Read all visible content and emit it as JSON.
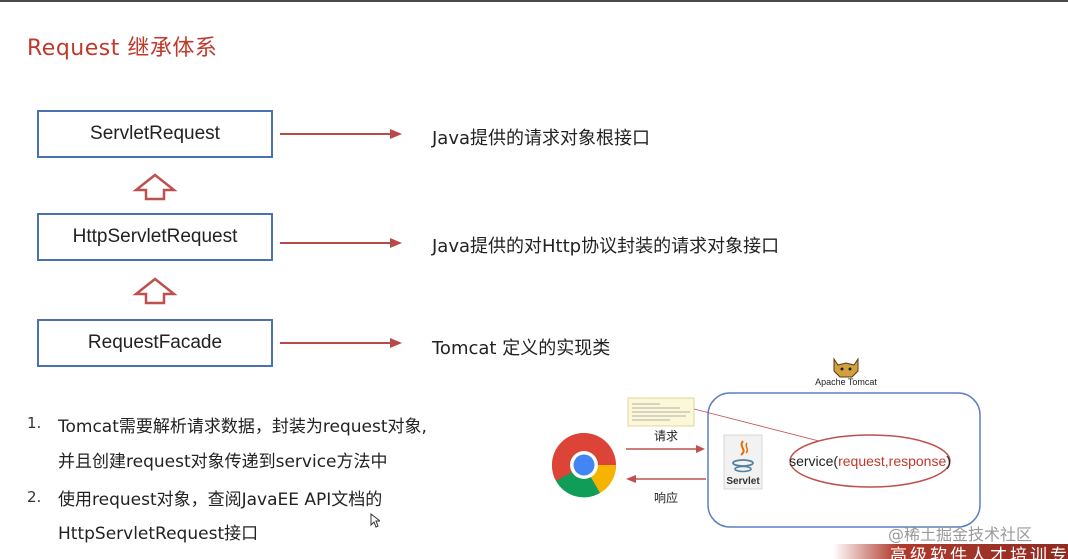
{
  "title": "Request 继承体系",
  "hierarchy": [
    {
      "class_name": "ServletRequest",
      "description": "Java提供的请求对象根接口"
    },
    {
      "class_name": "HttpServletRequest",
      "description": "Java提供的对Http协议封装的请求对象接口"
    },
    {
      "class_name": "RequestFacade",
      "description": "Tomcat 定义的实现类"
    }
  ],
  "notes": [
    {
      "number": "1.",
      "lines": [
        "Tomcat需要解析请求数据，封装为request对象,",
        "并且创建request对象传递到service方法中"
      ]
    },
    {
      "number": "2.",
      "lines": [
        "使用request对象，查阅JavaEE API文档的",
        "HttpServletRequest接口"
      ]
    }
  ],
  "diagram": {
    "server_label": "Apache Tomcat",
    "request_label": "请求",
    "response_label": "响应",
    "servlet_label": "Servlet",
    "service_prefix": "service(",
    "service_args": "request,response",
    "service_suffix": ")"
  },
  "watermark": "@稀土掘金技术社区",
  "brand": "高级软件人才培训专",
  "colors": {
    "title": "#c0392b",
    "box_border": "#4a72b0",
    "arrow": "#b94a48"
  }
}
